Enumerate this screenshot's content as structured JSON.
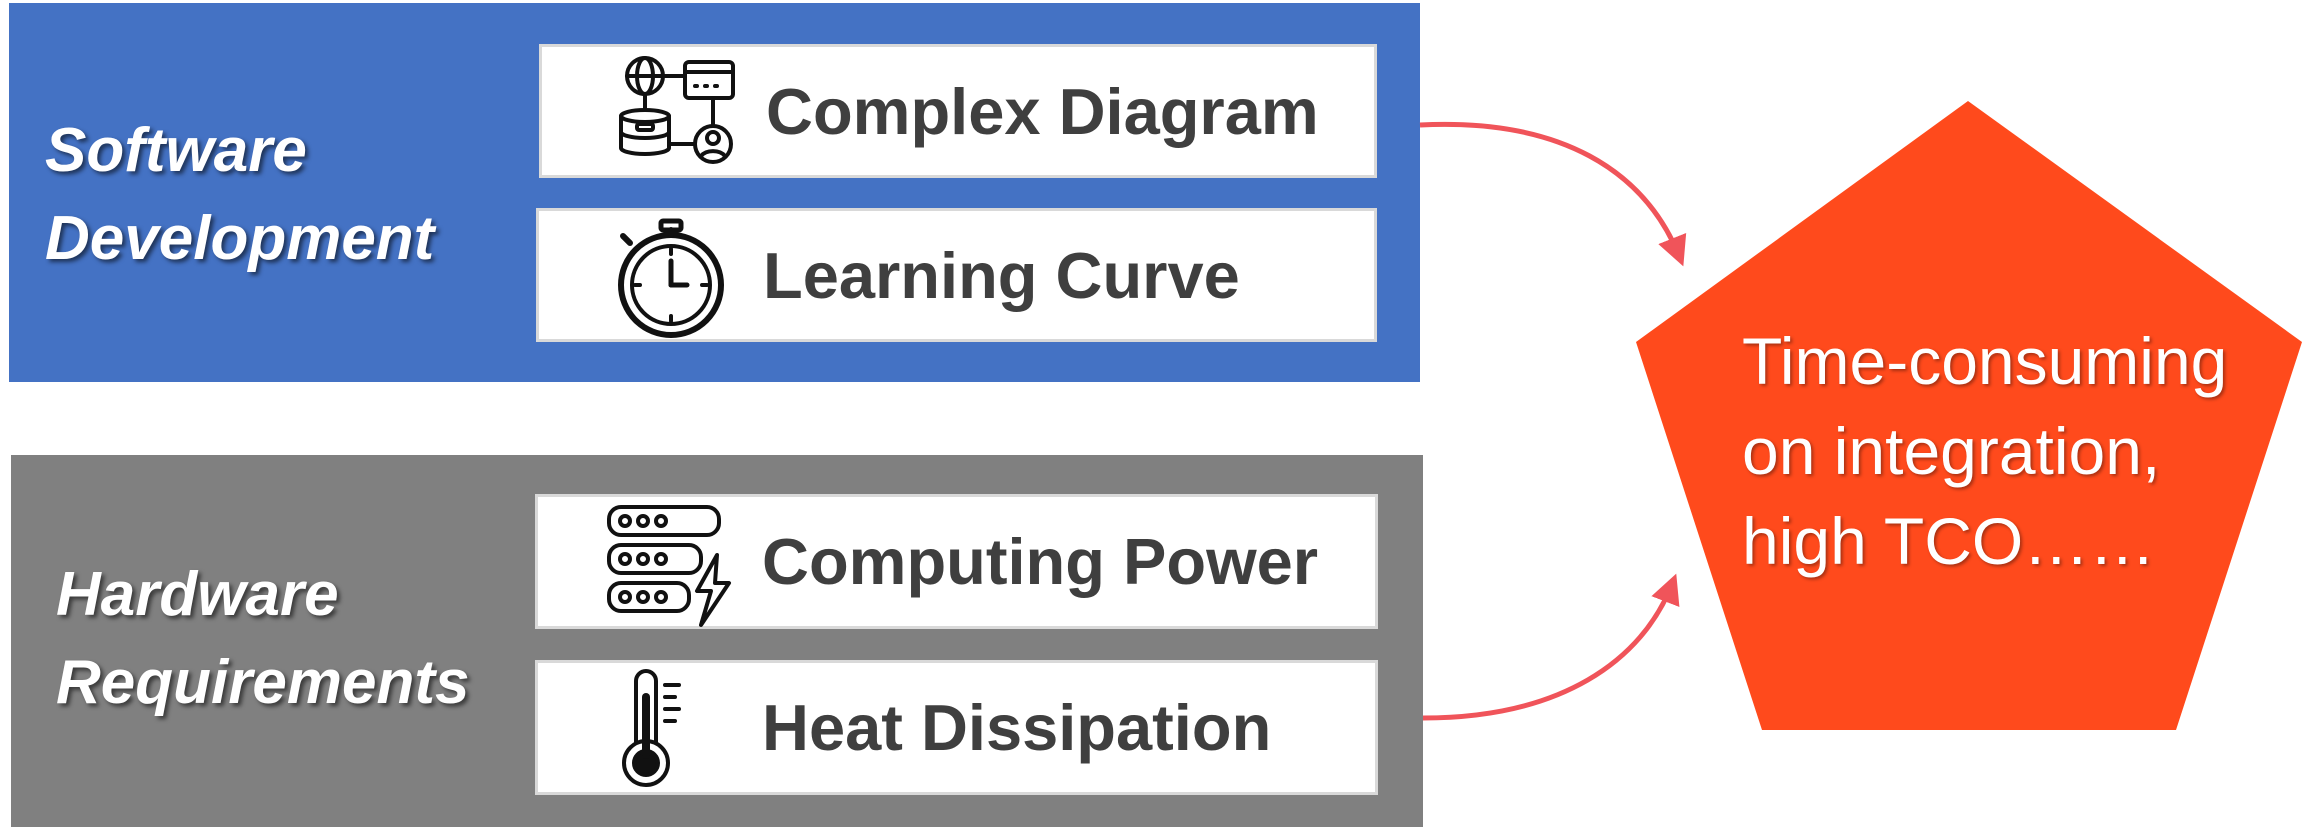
{
  "software": {
    "title": "Software\nDevelopment",
    "items": [
      {
        "label": "Complex Diagram",
        "icon": "workflow-diagram-icon"
      },
      {
        "label": "Learning Curve",
        "icon": "stopwatch-icon"
      }
    ]
  },
  "hardware": {
    "title": "Hardware\nRequirements",
    "items": [
      {
        "label": "Computing Power",
        "icon": "server-power-icon"
      },
      {
        "label": "Heat Dissipation",
        "icon": "thermometer-icon"
      }
    ]
  },
  "outcome": {
    "text": "Time-consuming\non integration,\nhigh TCO……"
  },
  "colors": {
    "software_panel": "#4472C4",
    "hardware_panel": "#808080",
    "outcome_shape": "#FF4A1C",
    "arrow": "#F0545A"
  }
}
